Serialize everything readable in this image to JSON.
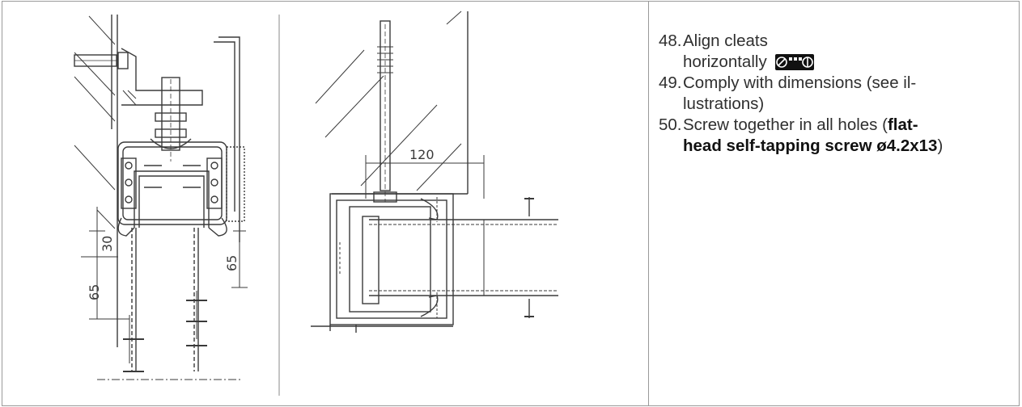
{
  "steps": [
    {
      "number": "48.",
      "text_a": "Align cleats",
      "text_b": "horizontally",
      "icon": "spirit-level-icon"
    },
    {
      "number": "49.",
      "text_a": "Comply with dimensions (see il-",
      "text_b": "lustrations)"
    },
    {
      "number": "50.",
      "text_pre": "Screw together in all holes (",
      "text_bold_a": "flat-",
      "text_bold_b": "head self-tapping screw ø4.2x13",
      "text_post": ")"
    }
  ],
  "drawing": {
    "dim_30": "30",
    "dim_65_left": "65",
    "dim_65_right": "65",
    "dim_120": "120"
  },
  "colors": {
    "line": "#3a3a3a",
    "border": "#9a9a9a",
    "text": "#2f2f2f"
  }
}
